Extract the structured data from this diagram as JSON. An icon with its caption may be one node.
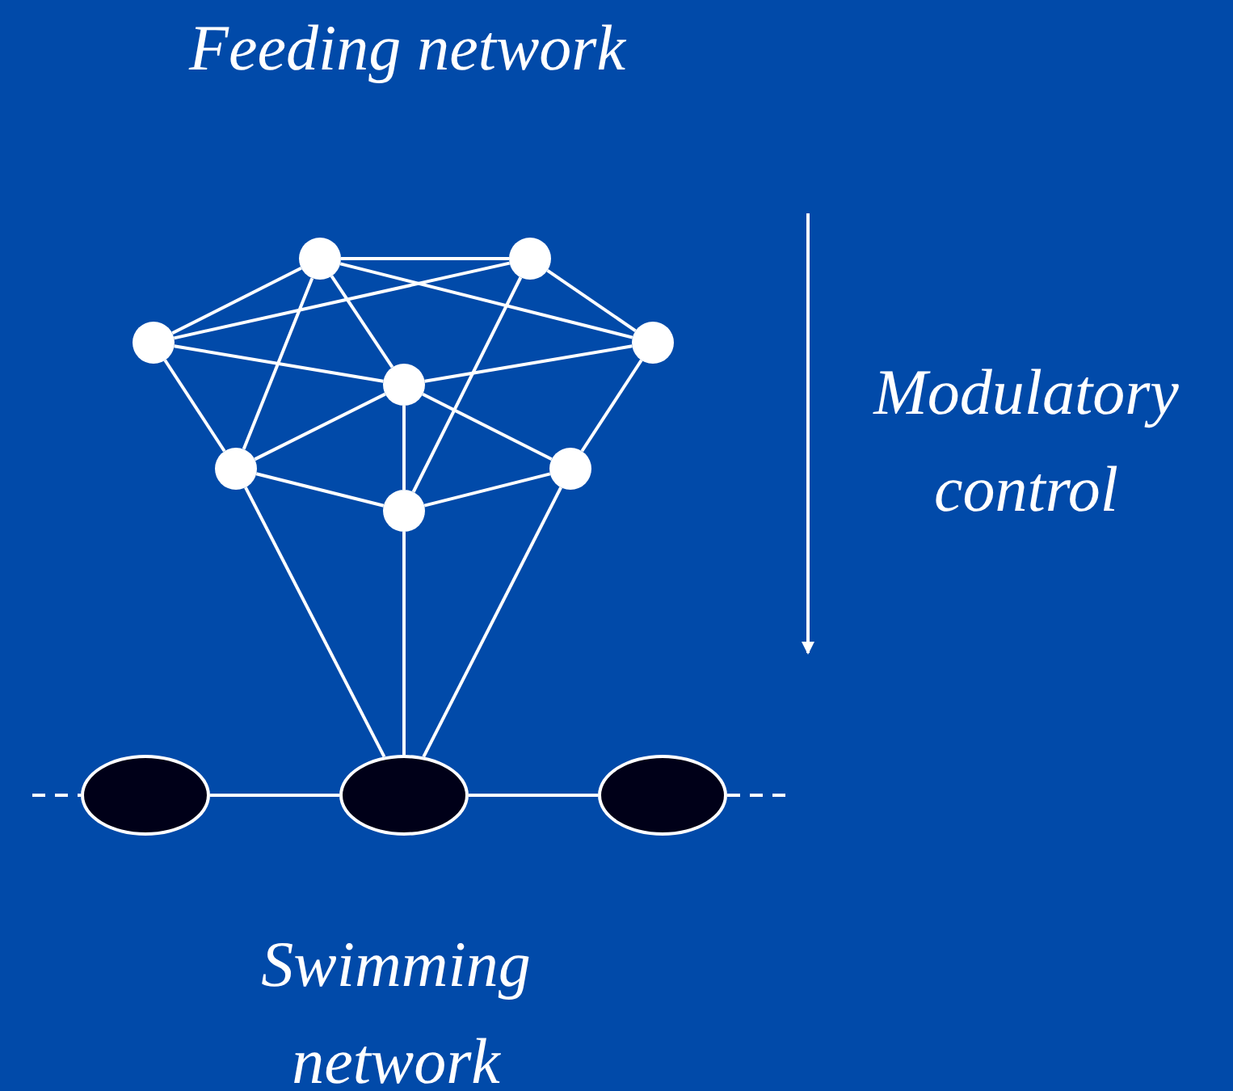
{
  "diagram": {
    "nodes": [
      {
        "text": [],
        "shape": "circle"
      },
      {
        "text": [],
        "shape": "circle"
      },
      {
        "text": [],
        "shape": "circle"
      },
      {
        "text": [],
        "shape": "circle"
      },
      {
        "text": [],
        "shape": "circle"
      },
      {
        "text": [],
        "shape": "circle"
      },
      {
        "text": [],
        "shape": "circle"
      },
      {
        "text": [],
        "shape": "circle"
      },
      {
        "text": [],
        "shape": "ellipse"
      },
      {
        "text": [],
        "shape": "ellipse"
      },
      {
        "text": [],
        "shape": "ellipse"
      }
    ],
    "edges": [
      {
        "from": 0,
        "to": 1,
        "arrow": "none"
      },
      {
        "from": 0,
        "to": 2,
        "arrow": "none"
      },
      {
        "from": 0,
        "to": 3,
        "arrow": "none"
      },
      {
        "from": 0,
        "to": 4,
        "arrow": "none"
      },
      {
        "from": 0,
        "to": 5,
        "arrow": "none"
      },
      {
        "from": 1,
        "to": 2,
        "arrow": "none"
      },
      {
        "from": 1,
        "to": 3,
        "arrow": "none"
      },
      {
        "from": 1,
        "to": 7,
        "arrow": "none"
      },
      {
        "from": 2,
        "to": 4,
        "arrow": "none"
      },
      {
        "from": 2,
        "to": 5,
        "arrow": "none"
      },
      {
        "from": 3,
        "to": 4,
        "arrow": "none"
      },
      {
        "from": 3,
        "to": 6,
        "arrow": "none"
      },
      {
        "from": 4,
        "to": 5,
        "arrow": "none"
      },
      {
        "from": 4,
        "to": 6,
        "arrow": "none"
      },
      {
        "from": 4,
        "to": 7,
        "arrow": "none"
      },
      {
        "from": 5,
        "to": 7,
        "arrow": "none"
      },
      {
        "from": 6,
        "to": 7,
        "arrow": "none"
      },
      {
        "from": 5,
        "to": 9,
        "arrow": "none"
      },
      {
        "from": 7,
        "to": 9,
        "arrow": "none"
      },
      {
        "from": 6,
        "to": 9,
        "arrow": "none"
      },
      {
        "from": 8,
        "to": 9,
        "arrow": "none"
      },
      {
        "from": 9,
        "to": 10,
        "arrow": "none"
      },
      {
        "from": null,
        "to": 8,
        "arrow": "none",
        "style": "dashed"
      },
      {
        "from": 10,
        "to": null,
        "arrow": "none",
        "style": "dashed"
      }
    ],
    "labels": [
      "Feeding network",
      "Modulatory control",
      "Swimming network"
    ]
  }
}
